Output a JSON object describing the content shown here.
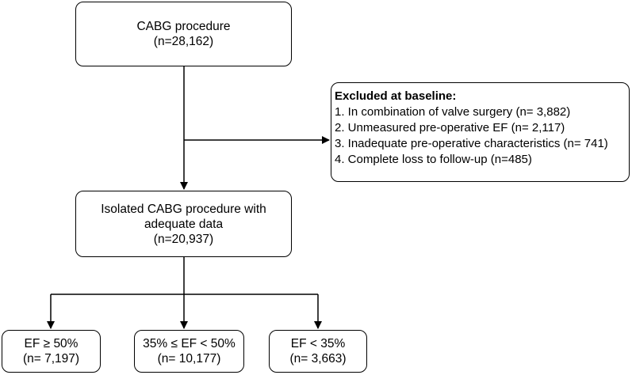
{
  "boxes": {
    "cabg": {
      "line1": "CABG procedure",
      "line2": "(n=28,162)"
    },
    "excluded": {
      "header": "Excluded at baseline:",
      "items": [
        "1. In combination of valve surgery (n= 3,882)",
        "2. Unmeasured pre-operative EF (n= 2,117)",
        "3. Inadequate pre-operative characteristics (n= 741)",
        "4. Complete loss to follow-up (n=485)"
      ]
    },
    "isolated": {
      "line1": "Isolated CABG procedure with",
      "line2": "adequate data",
      "line3": "(n=20,937)"
    },
    "ef_high": {
      "line1": "EF ≥ 50%",
      "line2": "(n= 7,197)"
    },
    "ef_mid": {
      "line1": "35% ≤ EF < 50%",
      "line2": "(n= 10,177)"
    },
    "ef_low": {
      "line1": "EF < 35%",
      "line2": "(n= 3,663)"
    }
  },
  "colors": {
    "stroke": "#000000",
    "background": "#ffffff"
  }
}
